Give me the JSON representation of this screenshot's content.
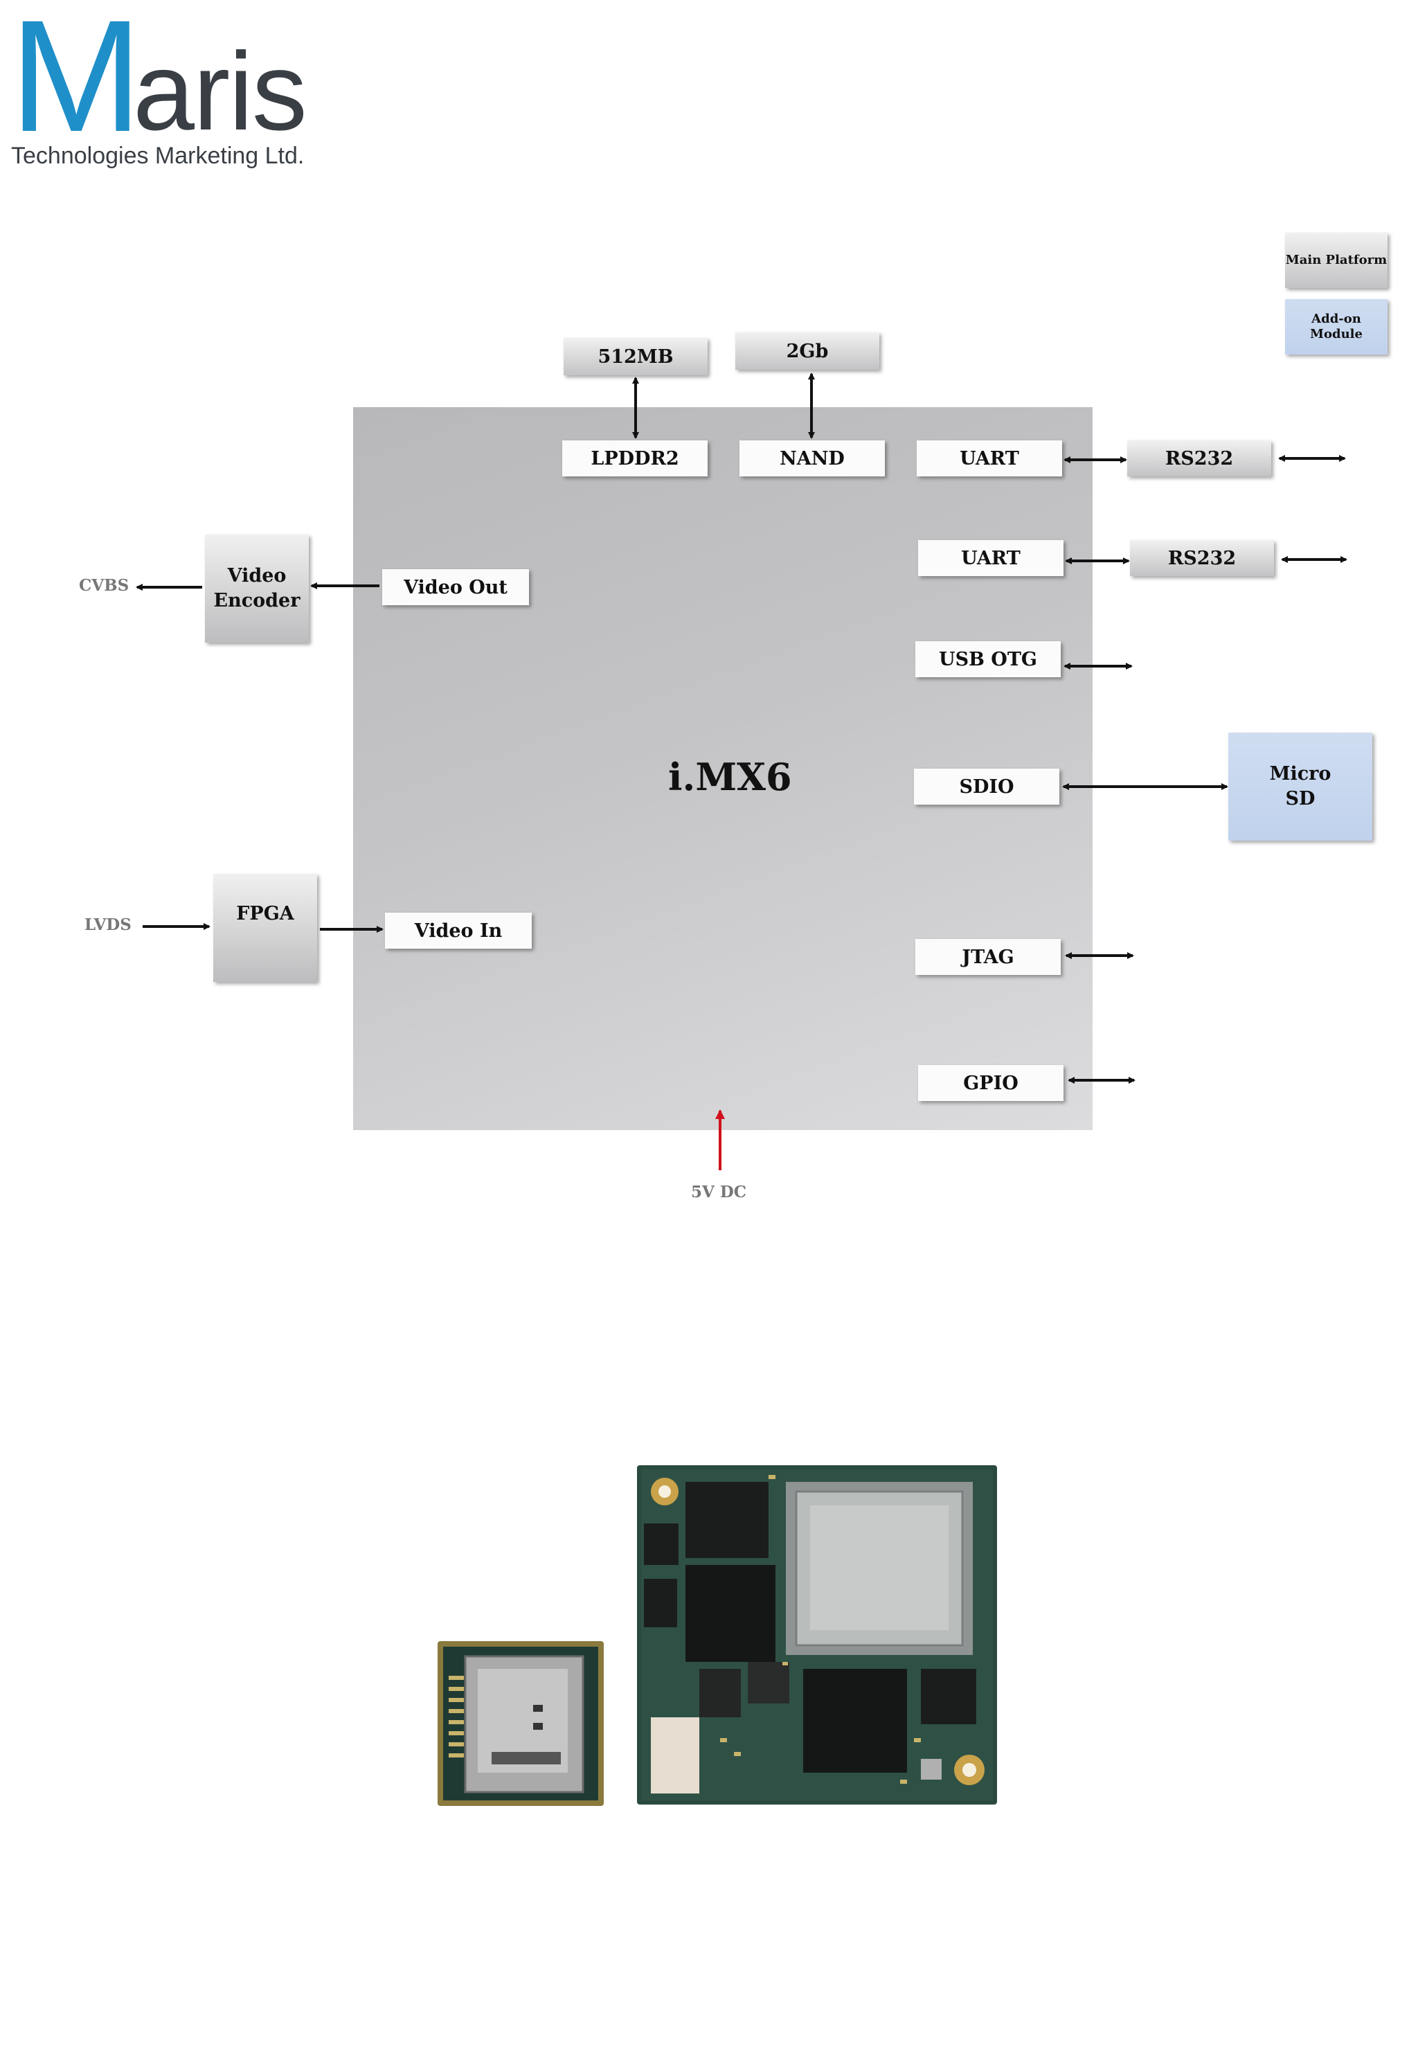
{
  "logo": {
    "brand_initial": "M",
    "brand_rest": "aris",
    "subtitle": "Technologies Marketing Ltd.",
    "brand_color": "#1f8fc9"
  },
  "legend": {
    "main_platform": "Main Platform",
    "addon_module": "Add-on Module"
  },
  "chip": {
    "label": "i.MX6"
  },
  "memory": {
    "ram": "512MB",
    "flash": "2Gb",
    "ram_if": "LPDDR2",
    "flash_if": "NAND"
  },
  "left": {
    "video_out": "Video Out",
    "video_in": "Video In",
    "encoder": "Video Encoder",
    "fpga": "FPGA",
    "cvbs": "CVBS",
    "lvds": "LVDS"
  },
  "right": {
    "uart1": "UART",
    "uart2": "UART",
    "rs232_1": "RS232",
    "rs232_2": "RS232",
    "usb_otg": "USB OTG",
    "sdio": "SDIO",
    "micro_sd": "Micro SD",
    "jtag": "JTAG",
    "gpio": "GPIO"
  },
  "power": {
    "label": "5V DC",
    "color": "#d0101a"
  },
  "colors": {
    "chip": "#c4c4c6",
    "addon": "#c6d6ee"
  }
}
